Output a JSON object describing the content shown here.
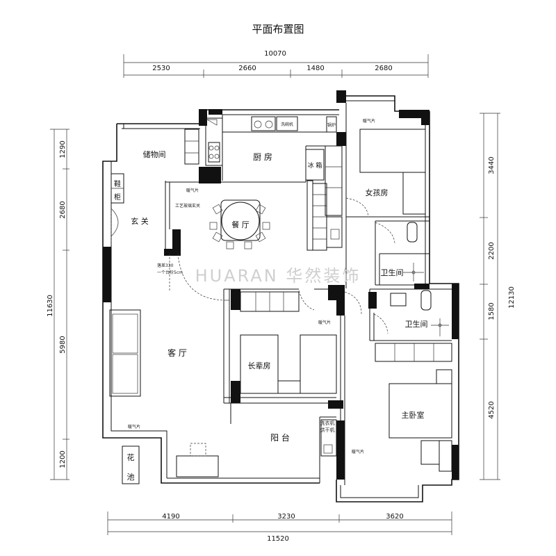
{
  "title": "平面布置图",
  "watermark": "HUARAN 华然装饰",
  "dimensions": {
    "top_total": "10070",
    "top_segments": [
      "2530",
      "2660",
      "1480",
      "2680"
    ],
    "bottom_total": "11520",
    "bottom_segments": [
      "4190",
      "3230",
      "3620"
    ],
    "left_total": "11630",
    "left_segments": [
      "1290",
      "2680",
      "5980",
      "1200"
    ],
    "right_total": "12130",
    "right_segments": [
      "3440",
      "2200",
      "1580",
      "4520"
    ]
  },
  "rooms": {
    "storage": "储物间",
    "kitchen": "厨 房",
    "fridge": "冰 箱",
    "dishwasher": "洗碗机",
    "boiler": "锅炉",
    "entrance": "玄 关",
    "shoe_cabinet_1": "鞋",
    "shoe_cabinet_2": "柜",
    "dining": "餐 厅",
    "girls_room": "女孩房",
    "bathroom_1": "卫生间",
    "bathroom_2": "卫生间",
    "living": "客 厅",
    "elder_room": "长辈房",
    "balcony": "阳 台",
    "master_bedroom": "主卧室",
    "flower_bed_1": "花",
    "flower_bed_2": "池",
    "washer_1": "洗衣机",
    "washer_2": "烘干机"
  },
  "notes": {
    "radiator_1": "暖气片",
    "radiator_2": "暖气片",
    "radiator_3": "暖气片",
    "radiator_4": "暖气片",
    "radiator_5": "暖气片",
    "glass_entry": "工艺玻璃玄关",
    "level_diff_1": "落差330",
    "level_diff_2": "一个台阶5cm"
  }
}
